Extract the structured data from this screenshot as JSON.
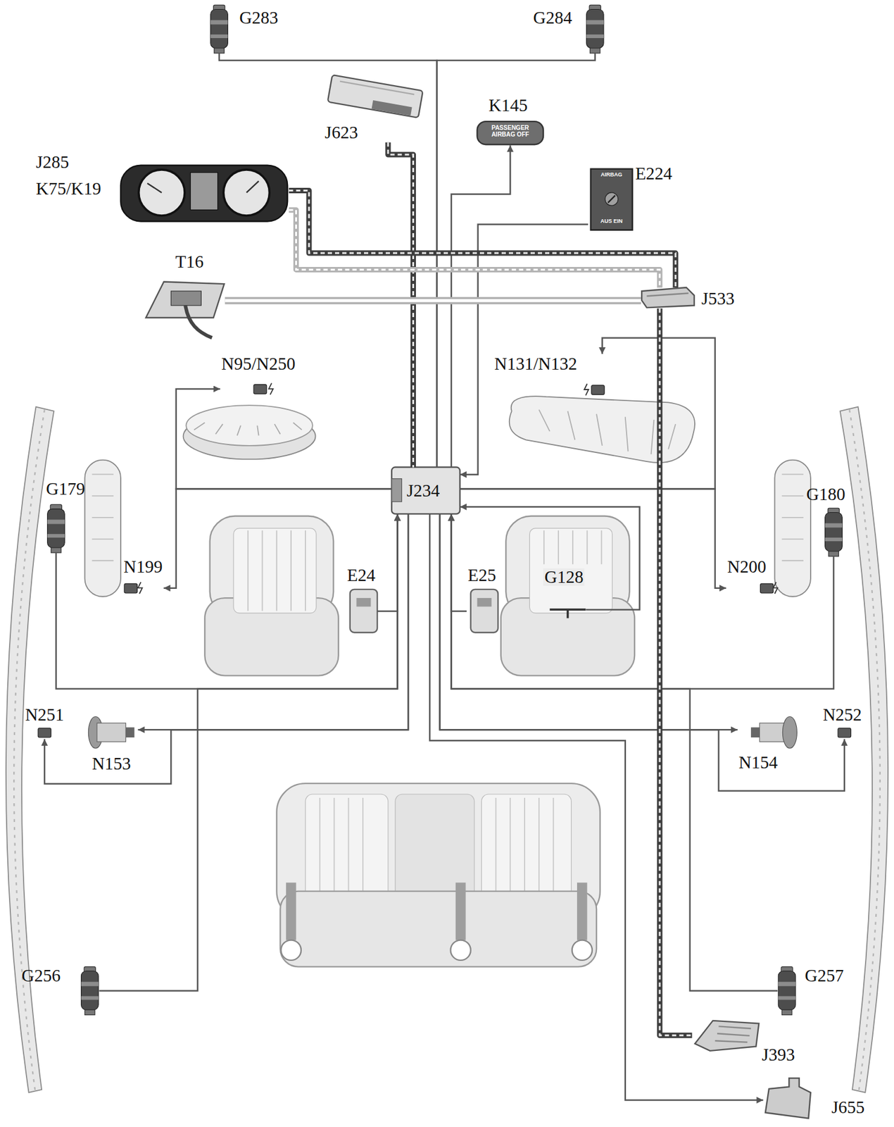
{
  "diagram": {
    "nodes": [
      {
        "text": [
          "G283"
        ]
      },
      {
        "text": [
          "G284"
        ]
      },
      {
        "text": [
          "J623"
        ]
      },
      {
        "text": [
          "K145",
          "PASSENGER AIRBAG OFF"
        ]
      },
      {
        "text": [
          "J285",
          "K75/K19"
        ]
      },
      {
        "text": [
          "E224",
          "AIRBAG",
          "AUS EIN"
        ]
      },
      {
        "text": [
          "T16"
        ]
      },
      {
        "text": [
          "J533"
        ]
      },
      {
        "text": [
          "N95/N250"
        ]
      },
      {
        "text": [
          "N131/N132"
        ]
      },
      {
        "text": [
          "J234"
        ]
      },
      {
        "text": [
          "G179"
        ]
      },
      {
        "text": [
          "N199"
        ]
      },
      {
        "text": [
          "G180"
        ]
      },
      {
        "text": [
          "N200"
        ]
      },
      {
        "text": [
          "E24"
        ]
      },
      {
        "text": [
          "E25"
        ]
      },
      {
        "text": [
          "G128"
        ]
      },
      {
        "text": [
          "N251"
        ]
      },
      {
        "text": [
          "N153"
        ]
      },
      {
        "text": [
          "N154"
        ]
      },
      {
        "text": [
          "N252"
        ]
      },
      {
        "text": [
          "G256"
        ]
      },
      {
        "text": [
          "G257"
        ]
      },
      {
        "text": [
          "J393"
        ]
      },
      {
        "text": [
          "J655"
        ]
      }
    ],
    "edges": [
      {
        "from": 0,
        "to": 10,
        "arrow": "none"
      },
      {
        "from": 1,
        "to": 10,
        "arrow": "none"
      },
      {
        "from": 2,
        "to": 10,
        "arrow": "none"
      },
      {
        "from": 10,
        "to": 3,
        "arrow": "to"
      },
      {
        "from": 5,
        "to": 10,
        "arrow": "to"
      },
      {
        "from": 4,
        "to": 7,
        "arrow": "none"
      },
      {
        "from": 4,
        "to": 7,
        "arrow": "none"
      },
      {
        "from": 6,
        "to": 7,
        "arrow": "none"
      },
      {
        "from": 10,
        "to": 8,
        "arrow": "to"
      },
      {
        "from": 10,
        "to": 12,
        "arrow": "to"
      },
      {
        "from": 10,
        "to": 9,
        "arrow": "to"
      },
      {
        "from": 10,
        "to": 14,
        "arrow": "to"
      },
      {
        "from": 11,
        "to": 10,
        "arrow": "to"
      },
      {
        "from": 22,
        "to": 10,
        "arrow": "to"
      },
      {
        "from": 15,
        "to": 10,
        "arrow": "to"
      },
      {
        "from": 16,
        "to": 10,
        "arrow": "to"
      },
      {
        "from": 17,
        "to": 10,
        "arrow": "to"
      },
      {
        "from": 13,
        "to": 10,
        "arrow": "to"
      },
      {
        "from": 23,
        "to": 10,
        "arrow": "to"
      },
      {
        "from": 10,
        "to": 19,
        "arrow": "to"
      },
      {
        "from": 10,
        "to": 18,
        "arrow": "to"
      },
      {
        "from": 10,
        "to": 20,
        "arrow": "to"
      },
      {
        "from": 10,
        "to": 21,
        "arrow": "to"
      },
      {
        "from": 10,
        "to": 25,
        "arrow": "to"
      },
      {
        "from": 7,
        "to": 24,
        "arrow": "none"
      }
    ]
  }
}
